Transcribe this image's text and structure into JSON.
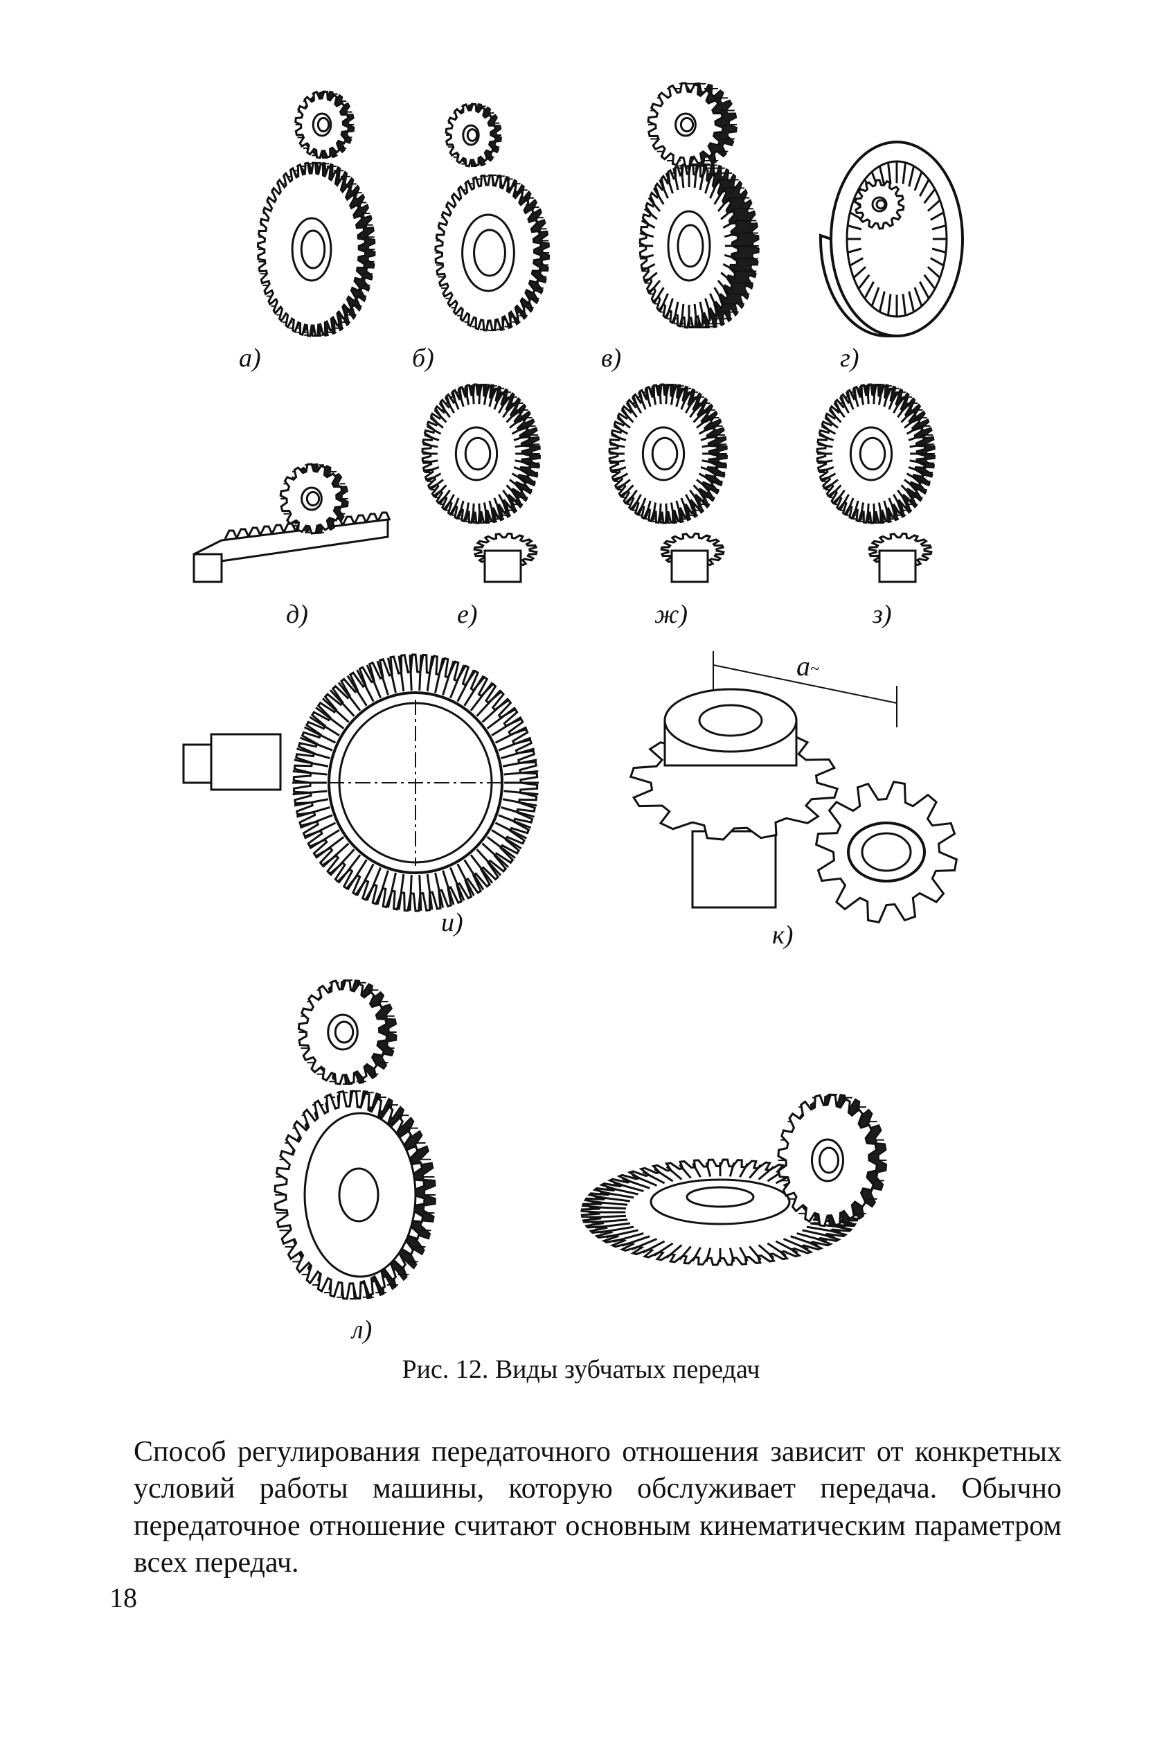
{
  "figure": {
    "panels": [
      {
        "id": "a",
        "label": "а)",
        "icon": "spur-gear-pair-icon"
      },
      {
        "id": "b",
        "label": "б)",
        "icon": "spur-gear-pair-rim-icon"
      },
      {
        "id": "v",
        "label": "в)",
        "icon": "herringbone-gear-pair-icon"
      },
      {
        "id": "g",
        "label": "г)",
        "icon": "internal-gear-icon"
      },
      {
        "id": "d",
        "label": "д)",
        "icon": "rack-and-pinion-icon"
      },
      {
        "id": "e",
        "label": "е)",
        "icon": "bevel-gear-straight-icon"
      },
      {
        "id": "zh",
        "label": "ж)",
        "icon": "bevel-gear-helical-icon"
      },
      {
        "id": "z",
        "label": "з)",
        "icon": "bevel-gear-spiral-icon"
      },
      {
        "id": "i",
        "label": "и)",
        "icon": "hypoid-gear-icon"
      },
      {
        "id": "k",
        "label": "к)",
        "icon": "crossed-helical-gears-icon"
      },
      {
        "id": "l",
        "label": "л)",
        "icon": "helical-gear-pair-icon"
      },
      {
        "id": "m",
        "label": "",
        "icon": "face-gear-pair-icon"
      }
    ],
    "dimension_label": "a",
    "caption": "Рис. 12. Виды зубчатых передач"
  },
  "body_text": "Способ регулирования передаточного отношения зависит от конкретных условий работы машины, которую обслуживает передача. Обычно передаточное отношение считают основным кинематическим параметром всех передач.",
  "page_number": "18"
}
